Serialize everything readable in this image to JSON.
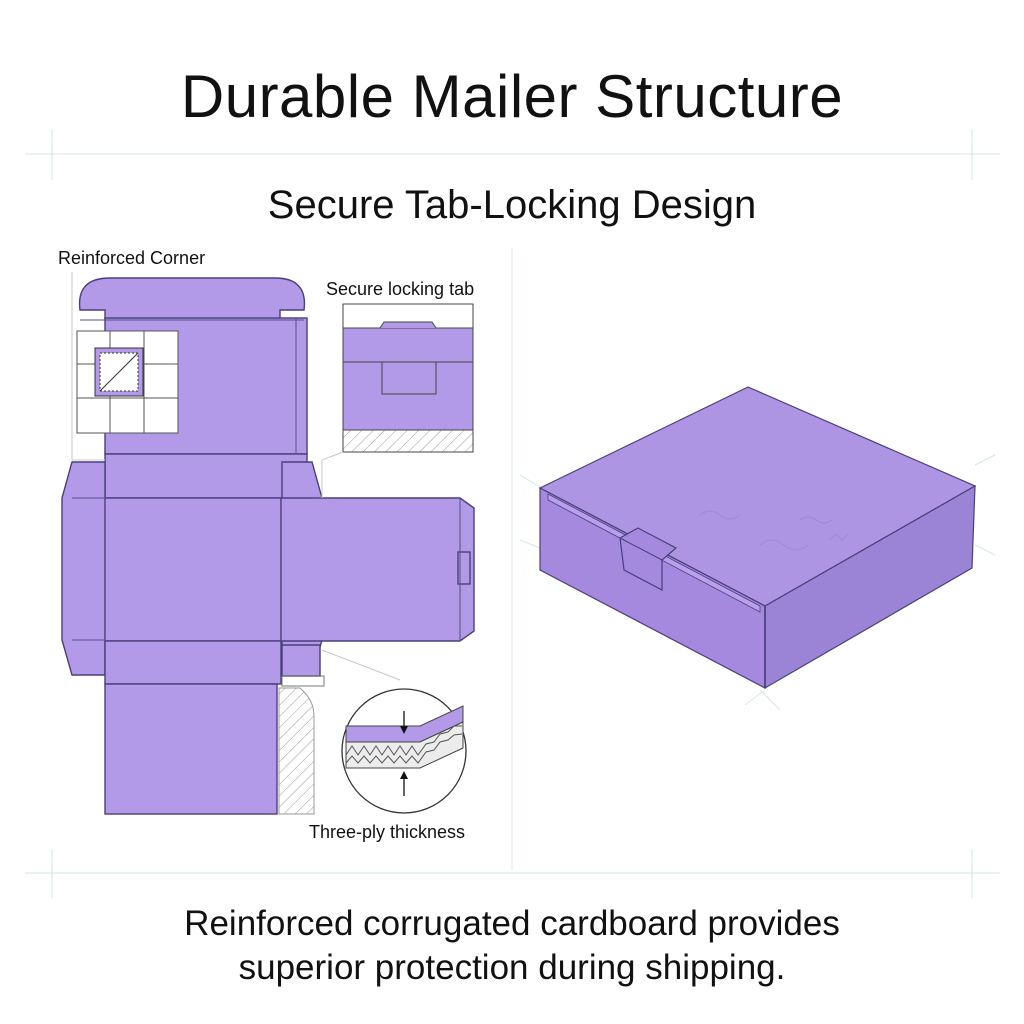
{
  "title": "Durable Mailer Structure",
  "subtitle": "Secure Tab-Locking Design",
  "callouts": {
    "reinforced_corner": "Reinforced Corner",
    "locking_tab": "Secure locking tab",
    "three_ply": "Three-ply thickness"
  },
  "caption": {
    "line1": "Reinforced corrugated cardboard provides",
    "line2": "superior protection during shipping."
  },
  "colors": {
    "box_fill": "#b39ae8",
    "box_side": "#9b83d6",
    "box_top": "#ad95e4",
    "stroke": "#4a3f7a",
    "guide": "#cfe3d6"
  }
}
